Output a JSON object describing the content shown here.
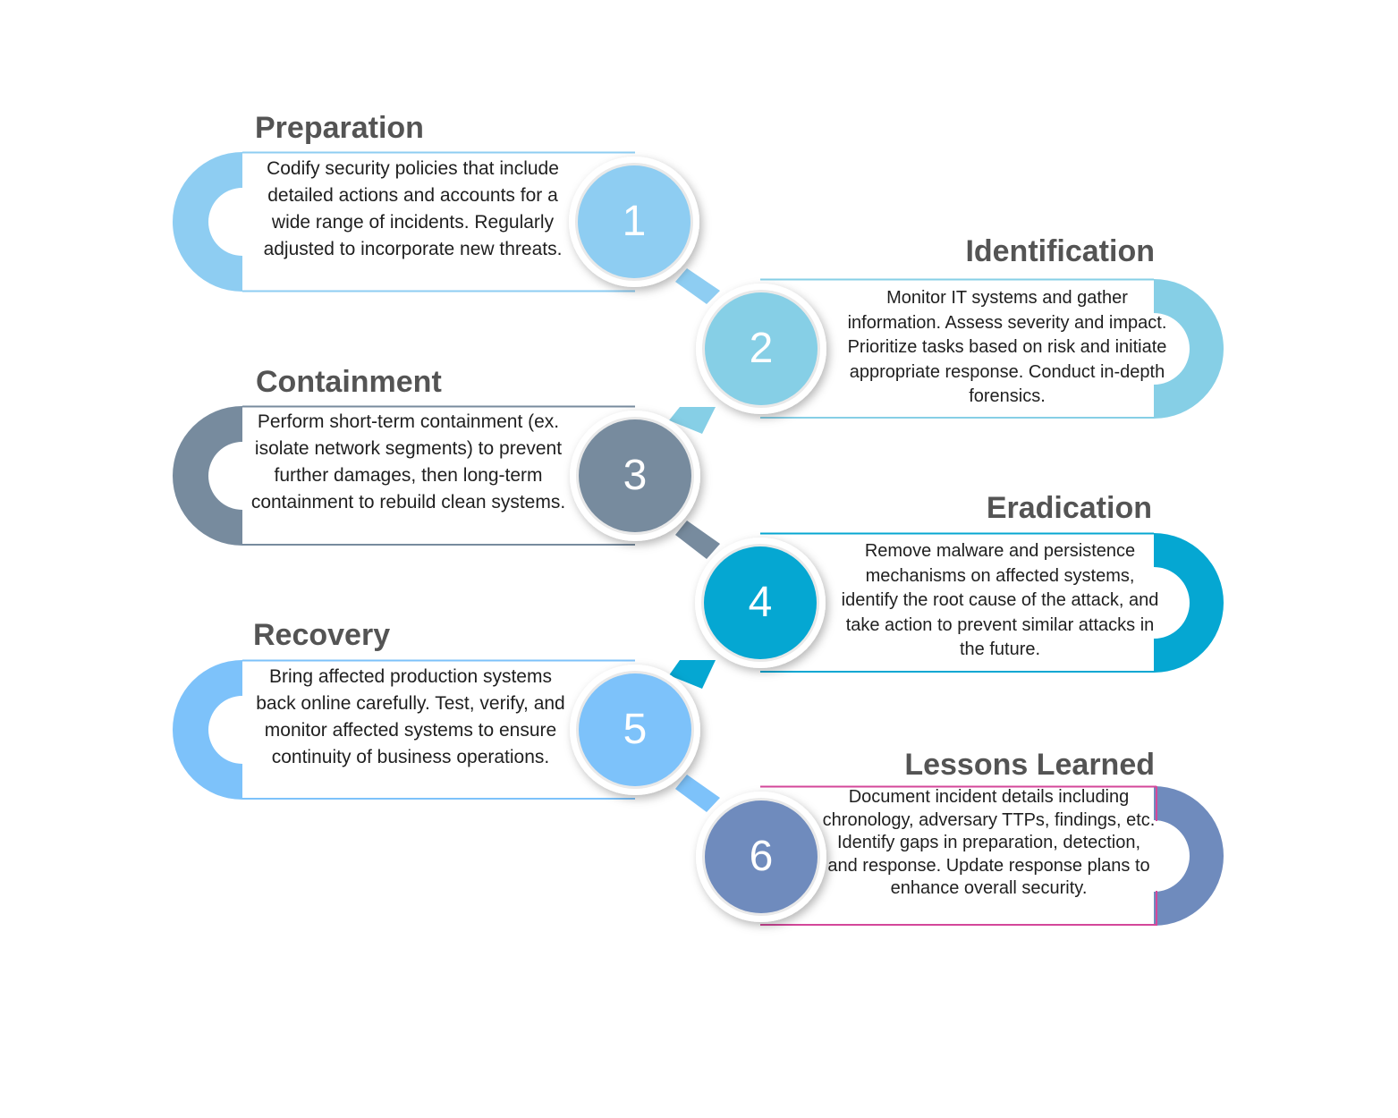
{
  "steps": [
    {
      "number": "1",
      "title": "Preparation",
      "description": "Codify security policies that include detailed actions and accounts for a wide range of incidents. Regularly adjusted to incorporate new threats.",
      "color": "#8ecdf2"
    },
    {
      "number": "2",
      "title": "Identification",
      "description": "Monitor IT systems and gather information. Assess severity and impact. Prioritize tasks based on risk and initiate appropriate response. Conduct in-depth forensics.",
      "color": "#86cfe6"
    },
    {
      "number": "3",
      "title": "Containment",
      "description": "Perform short-term containment (ex. isolate network segments) to prevent further damages, then long-term containment to rebuild clean systems.",
      "color": "#778b9e"
    },
    {
      "number": "4",
      "title": "Eradication",
      "description": "Remove malware and persistence mechanisms on affected systems, identify the root cause of the attack, and take action to prevent similar attacks in the future.",
      "color": "#05a7d2"
    },
    {
      "number": "5",
      "title": "Recovery",
      "description": "Bring affected production systems back online carefully. Test, verify, and monitor affected systems to ensure continuity of business operations.",
      "color": "#7dc2fa"
    },
    {
      "number": "6",
      "title": "Lessons Learned",
      "description": "Document incident details including chronology, adversary TTPs, findings, etc. Identify gaps in preparation, detection, and response. Update response plans to enhance overall security.",
      "color": "#6f8bbd",
      "border_color": "#d4479a"
    }
  ]
}
